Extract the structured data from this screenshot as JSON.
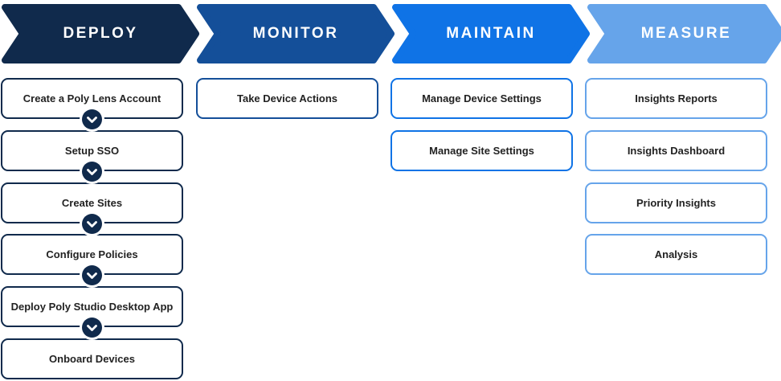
{
  "colors": {
    "deploy": "#102a4c",
    "monitor": "#144f99",
    "maintain": "#0f73e6",
    "measure": "#66a4ea",
    "step_text": "#222222",
    "background": "#ffffff",
    "connector_bg": "#102a4c",
    "connector_chevron": "#ffffff"
  },
  "columns": [
    {
      "header": "DEPLOY",
      "arrow_color": "#102a4c",
      "box_border_color": "#102a4c",
      "steps": [
        {
          "label": "Create a Poly Lens Account"
        },
        {
          "label": "Setup SSO"
        },
        {
          "label": "Create Sites"
        },
        {
          "label": "Configure Policies"
        },
        {
          "label": "Deploy Poly Studio Desktop App"
        },
        {
          "label": "Onboard Devices"
        }
      ]
    },
    {
      "header": "MONITOR",
      "arrow_color": "#144f99",
      "box_border_color": "#144f99",
      "steps": [
        {
          "label": "Take Device Actions"
        }
      ]
    },
    {
      "header": "MAINTAIN",
      "arrow_color": "#0f73e6",
      "box_border_color": "#0f73e6",
      "steps": [
        {
          "label": "Manage Device Settings"
        },
        {
          "label": "Manage Site Settings"
        }
      ]
    },
    {
      "header": "MEASURE",
      "arrow_color": "#66a4ea",
      "box_border_color": "#66a4ea",
      "steps": [
        {
          "label": "Insights Reports"
        },
        {
          "label": "Insights Dashboard"
        },
        {
          "label": "Priority Insights"
        },
        {
          "label": "Analysis"
        }
      ]
    }
  ]
}
